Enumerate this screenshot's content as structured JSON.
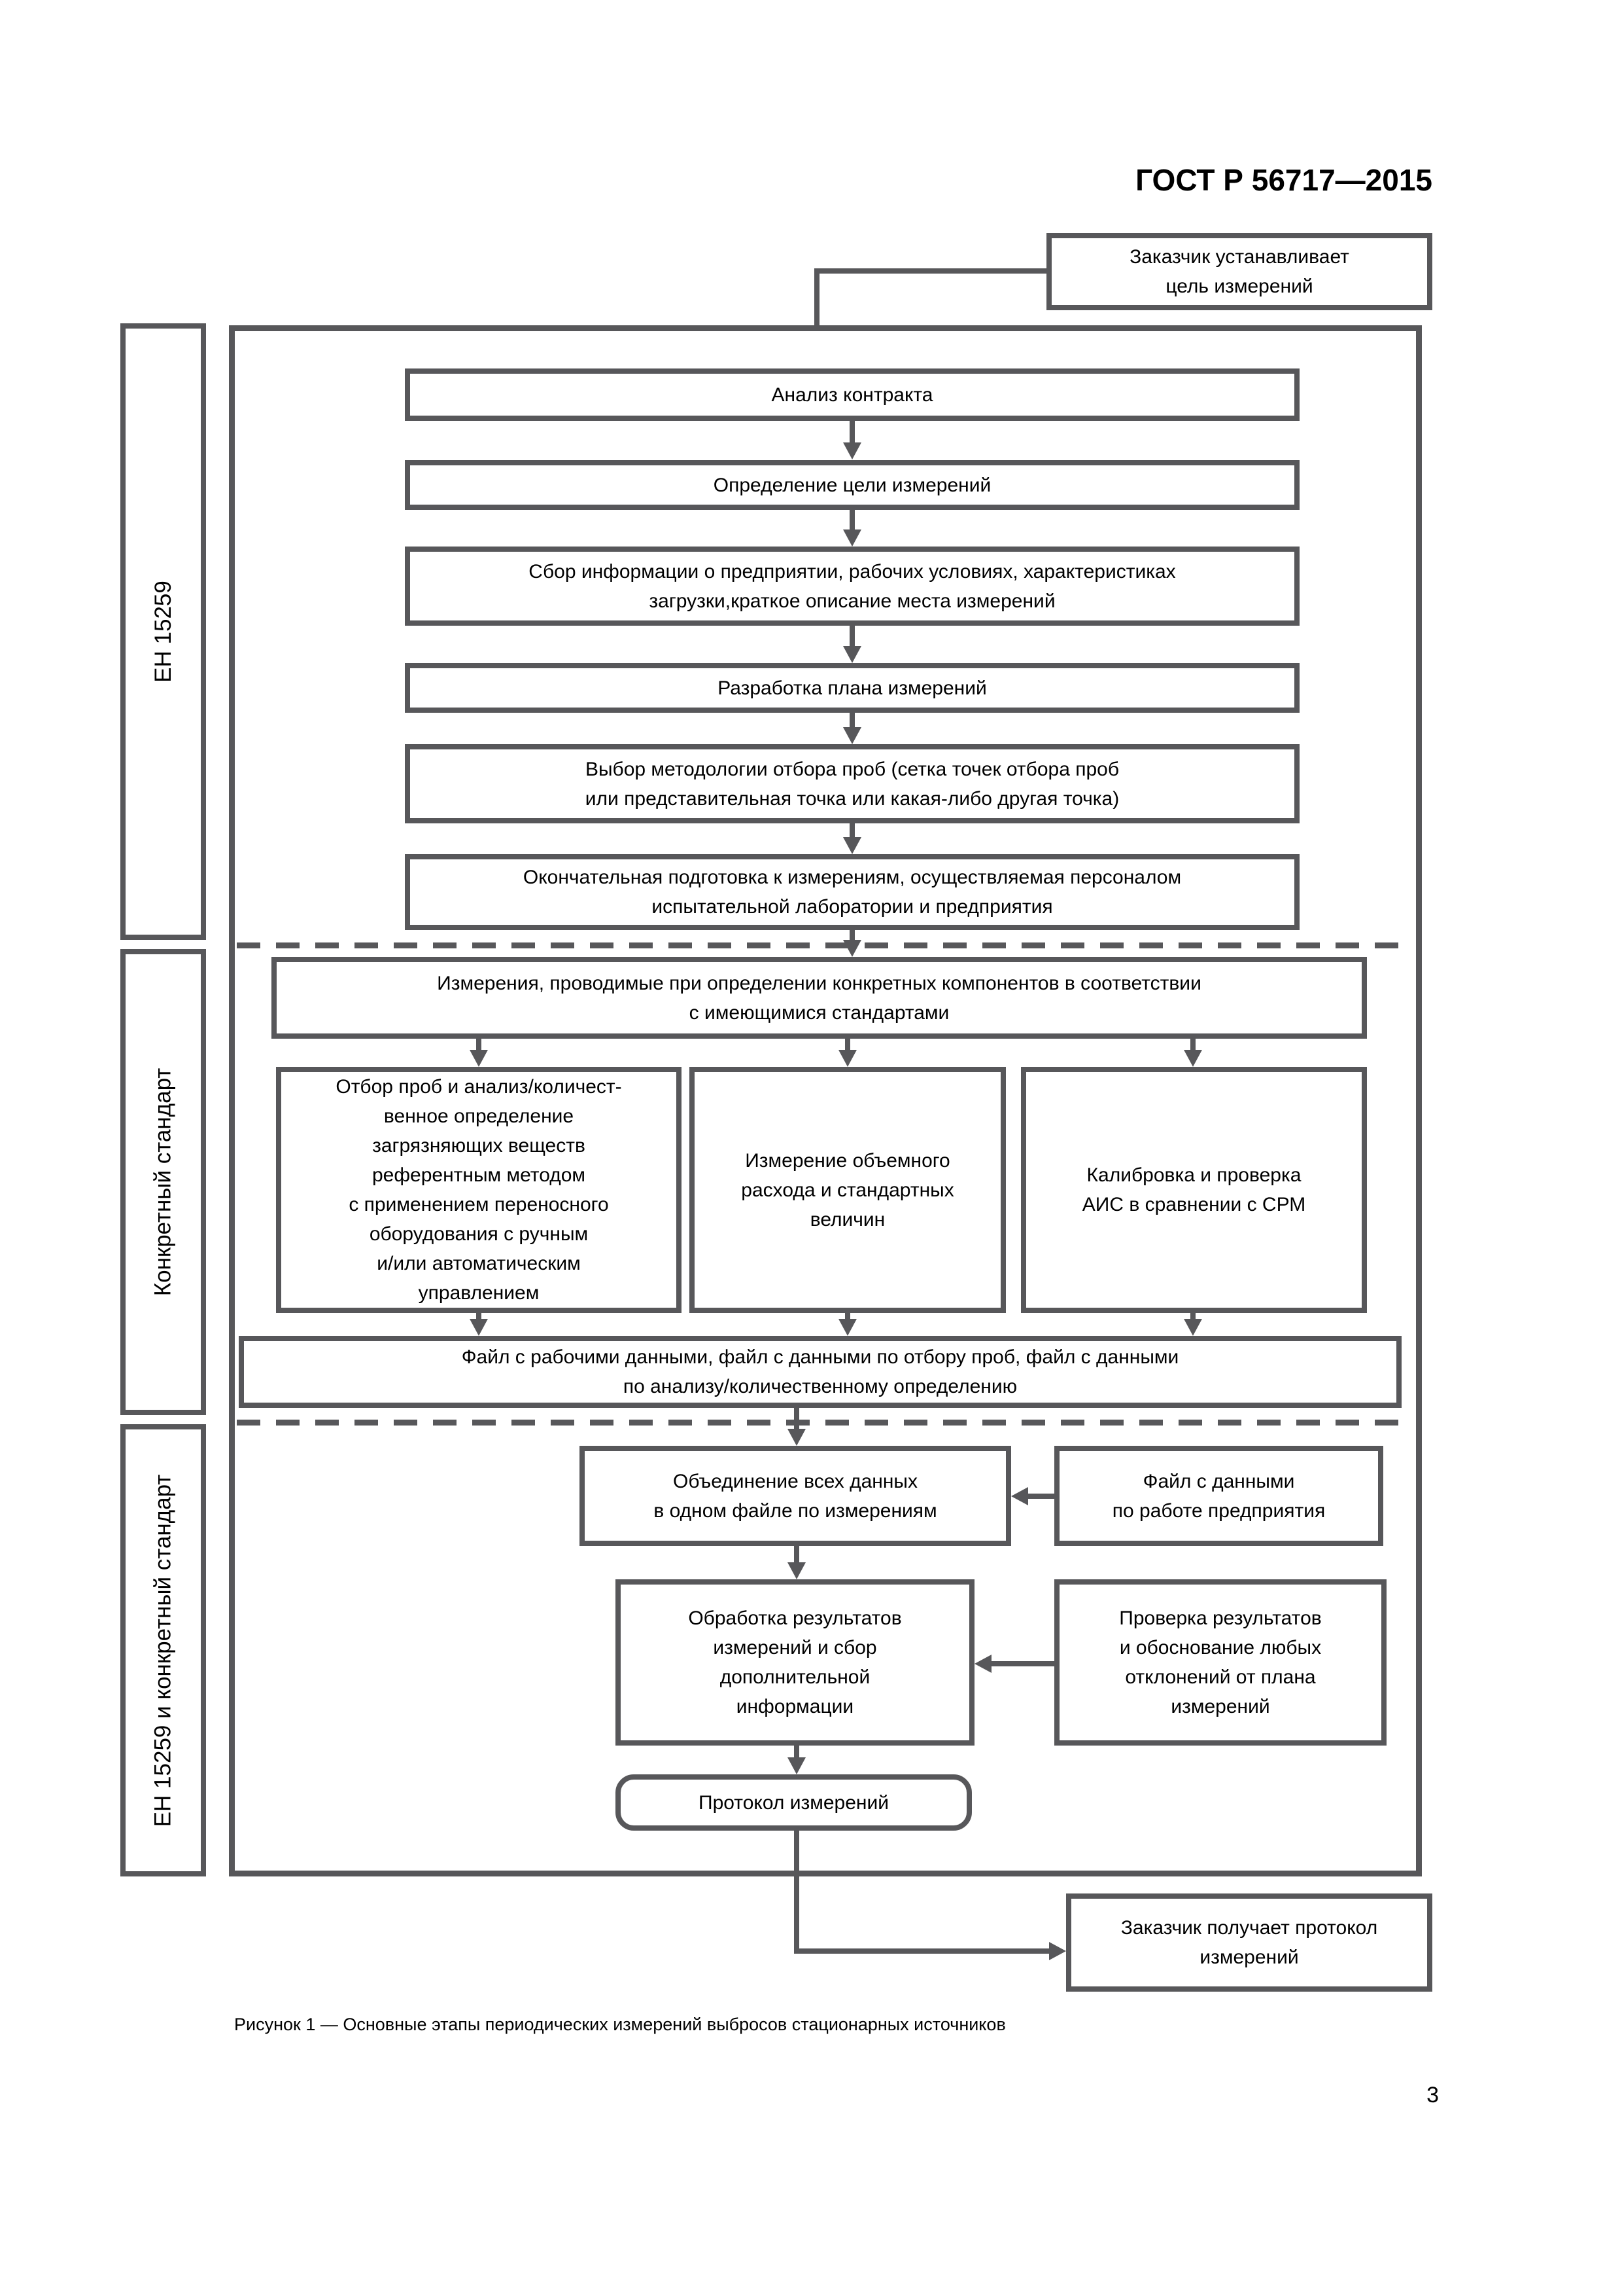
{
  "page": {
    "header": "ГОСТ Р 56717—2015",
    "page_number": "3",
    "caption": "Рисунок 1 — Основные этапы периодических измерений выбросов стационарных источников"
  },
  "sidebar": {
    "sections": [
      {
        "label": "ЕН 15259"
      },
      {
        "label": "Конкретный стандарт"
      },
      {
        "label": "ЕН 15259 и конкретный стандарт"
      }
    ]
  },
  "flowchart": {
    "customer_goal": "Заказчик устанавливает\nцель измерений",
    "contract_analysis": "Анализ контракта",
    "goal_definition": "Определение цели измерений",
    "info_collection": "Сбор информации о предприятии, рабочих условиях, характеристиках\nзагрузки,краткое описание места измерений",
    "plan_development": "Разработка плана измерений",
    "methodology_selection": "Выбор методологии отбора проб (сетка точек отбора проб\nили представительная точка или какая-либо другая точка)",
    "final_preparation": "Окончательная подготовка к измерениям, осуществляемая персоналом\nиспытательной лаборатории и предприятия",
    "measurements": "Измерения, проводимые при определении конкретных компонентов в соответствии\nс имеющимися стандартами",
    "sampling_analysis": "Отбор проб и анализ/количест-\nвенное определение\nзагрязняющих веществ\nреферентным методом\nс применением переносного\nоборудования с ручным\nи/или автоматическим\nуправлением",
    "volume_flow": "Измерение объемного\nрасхода и стандартных\nвеличин",
    "calibration": "Калибровка и проверка\nАИС в сравнении с СРМ",
    "data_files": "Файл с рабочими данными, файл с данными по отбору проб, файл с данными\nпо анализу/количественному определению",
    "data_merge": "Объединение всех данных\nв одном файле по измерениям",
    "plant_data_file": "Файл с данными\nпо работе предприятия",
    "results_processing": "Обработка результатов\nизмерений и сбор\nдополнительной\nинформации",
    "results_verification": "Проверка результатов\nи обоснование любых\nотклонений от плана\nизмерений",
    "protocol": "Протокол измерений",
    "customer_receives": "Заказчик получает протокол\nизмерений"
  }
}
